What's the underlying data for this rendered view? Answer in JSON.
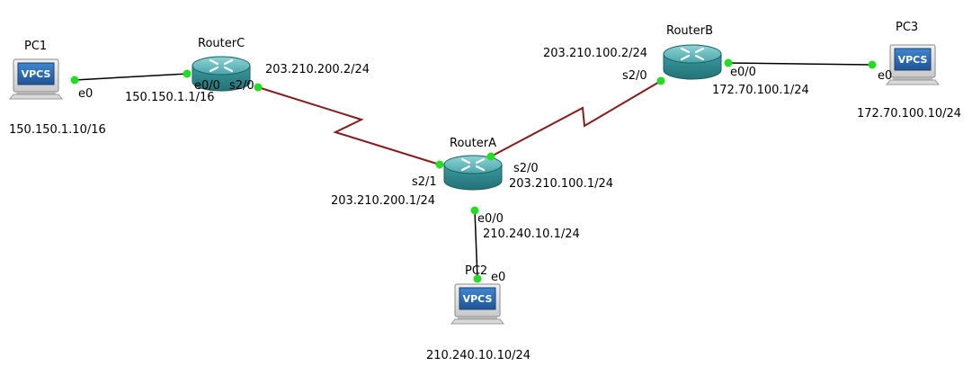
{
  "colors": {
    "ethernet_link": "#000000",
    "serial_link": "#8b1a1a",
    "status_dot": "#22dd22",
    "router_top": "#5fb8bb",
    "router_body": "#2f8b8f",
    "vpcs_screen": "#2e6db3"
  },
  "nodes": {
    "pc1": {
      "name": "PC1",
      "icon": "vpcs",
      "icon_text": "VPCS",
      "ip": "150.150.1.10/16"
    },
    "pc2": {
      "name": "PC2",
      "icon": "vpcs",
      "icon_text": "VPCS",
      "ip": "210.240.10.10/24"
    },
    "pc3": {
      "name": "PC3",
      "icon": "vpcs",
      "icon_text": "VPCS",
      "ip": "172.70.100.10/24"
    },
    "routerA": {
      "name": "RouterA",
      "icon": "router"
    },
    "routerB": {
      "name": "RouterB",
      "icon": "router"
    },
    "routerC": {
      "name": "RouterC",
      "icon": "router"
    }
  },
  "links": {
    "pc1_rc": {
      "type": "ethernet",
      "pc_port": "e0",
      "router_port": "e0/0",
      "router_ip": "150.150.1.1/16"
    },
    "rc_ra": {
      "type": "serial",
      "rc_port": "s2/0",
      "rc_ip": "203.210.200.2/24",
      "ra_port": "s2/1",
      "ra_ip": "203.210.200.1/24"
    },
    "ra_rb": {
      "type": "serial",
      "ra_port": "s2/0",
      "ra_ip": "203.210.100.1/24",
      "rb_port": "s2/0",
      "rb_ip": "203.210.100.2/24"
    },
    "rb_pc3": {
      "type": "ethernet",
      "router_port": "e0/0",
      "router_ip": "172.70.100.1/24",
      "pc_port": "e0"
    },
    "ra_pc2": {
      "type": "ethernet",
      "router_port": "e0/0",
      "router_ip": "210.240.10.1/24",
      "pc_port": "e0"
    }
  }
}
